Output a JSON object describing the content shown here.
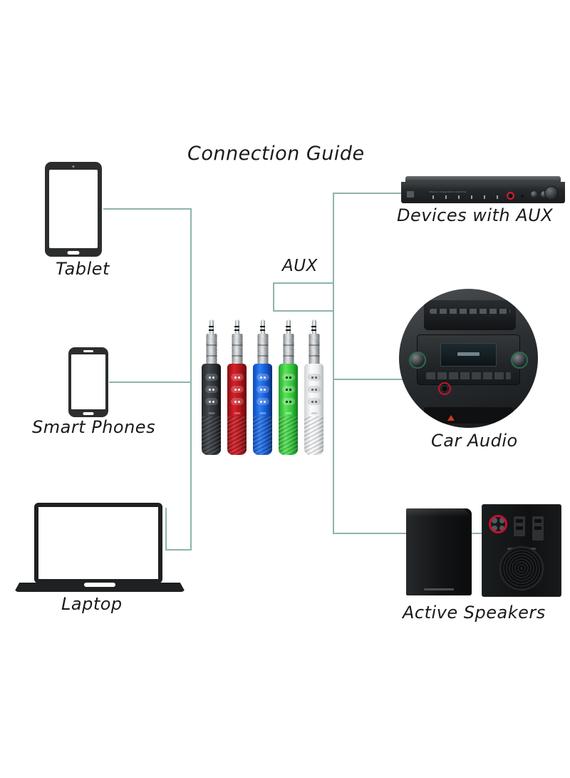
{
  "diagram": {
    "title": "Connection Guide",
    "background_color": "#ffffff",
    "line_color": "#8fb3ae",
    "text_color": "#1a1a1a",
    "connection_label": "AUX",
    "sources": [
      {
        "id": "tablet",
        "label": "Tablet"
      },
      {
        "id": "smart-phones",
        "label": "Smart Phones"
      },
      {
        "id": "laptop",
        "label": "Laptop"
      }
    ],
    "targets": [
      {
        "id": "devices-with-aux",
        "label": "Devices with AUX"
      },
      {
        "id": "car-audio",
        "label": "Car Audio"
      },
      {
        "id": "active-speakers",
        "label": "Active Speakers"
      }
    ],
    "product": {
      "name": "bluetooth-aux-receiver",
      "count": 5,
      "colors": [
        "#23262a",
        "#d4222a",
        "#2f7df2",
        "#5ee35a",
        "#fbfcfc"
      ],
      "color_names": [
        "black",
        "red",
        "blue",
        "green",
        "white"
      ],
      "buttons_per_unit": 3,
      "connector": "3.5mm-aux-jack"
    },
    "highlight_port_color": "#c8102e"
  }
}
